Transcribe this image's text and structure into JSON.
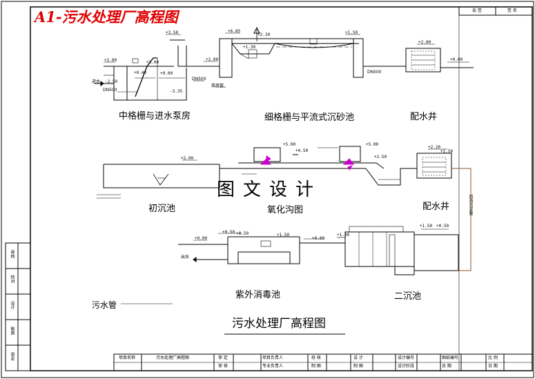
{
  "header_title": "A1-污水处理厂高程图",
  "watermark": "图文设计",
  "drawing_title": "污水处理厂高程图",
  "legend_label": "污水管",
  "units": {
    "grit_pumphouse": "中格栅与进水泵房",
    "fine_grit": "细格栅与平流式沉砂池",
    "dist_well_1": "配水井",
    "primary_tank": "初沉池",
    "oxidation_ditch": "氧化沟图",
    "dist_well_2": "配水井",
    "uv_disinfection": "紫外消毒池",
    "secondary_tank": "二沉池"
  },
  "annotations": {
    "inflow": "进水",
    "outflow": "出水",
    "pipe_dn500_a": "DN500",
    "pipe_dn500_b": "DN500",
    "pipe_dn500_c": "DN500",
    "sludge_pipe": "泵房管",
    "side_pipe": "回流污泥管"
  },
  "levels": {
    "l1": "+3.50",
    "l2": "+2.00",
    "l3": "+0.40",
    "l4": "+0.00",
    "l5": "-2.50",
    "l6": "-3.35",
    "l7": "+3.00",
    "l8": "+2.00",
    "l9": "+6.85",
    "l10": "+2.20",
    "l11": "+1.30",
    "l12": "+1.50",
    "l13": "+2.00",
    "l14": "+0.00",
    "l15": "+5.00",
    "l16": "+5.00",
    "l17": "+4.50",
    "l18": "+2.00",
    "l19": "+2.20",
    "l20": "+1.50",
    "l21": "+2.50",
    "l22": "+0.50",
    "l23": "+0.00",
    "l24": "+1.50",
    "l25": "+0.50",
    "l26": "+0.00",
    "l27": "+1.30",
    "l28": "+1.50",
    "l29": "+0.50"
  },
  "top_table": {
    "cell1": "会 签",
    "cell2": "签 名"
  },
  "side_table": [
    "审核",
    "校对",
    "设计",
    "制图",
    "审定"
  ],
  "title_block": {
    "project_label": "项目名称",
    "project_value": "污水处理厂高程图",
    "r1": [
      "审 定",
      "项目负责人",
      "校 核",
      "设 计",
      "设计编号",
      "图纸编号",
      "比 例"
    ],
    "r2": [
      "审 核",
      "专业负责人",
      "制 图",
      "制 图",
      "设计阶段",
      "日 期",
      "日 期"
    ]
  }
}
